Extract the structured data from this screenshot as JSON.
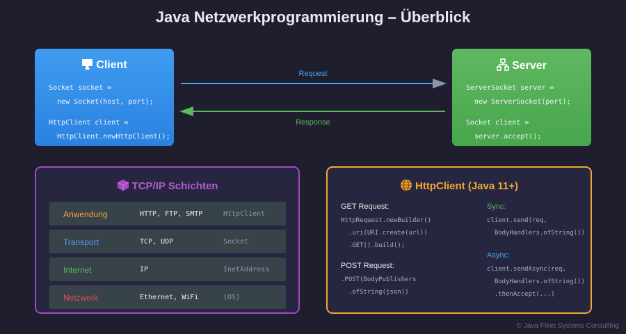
{
  "title": "Java Netzwerkprogrammierung – Überblick",
  "client": {
    "title": "Client",
    "icon": "monitor-icon",
    "lines": [
      "Socket socket =",
      "  new Socket(host, port);",
      "HttpClient client =",
      "  HttpClient.newHttpClient();"
    ]
  },
  "server": {
    "title": "Server",
    "icon": "network-icon",
    "lines": [
      "ServerSocket server =",
      "  new ServerSocket(port);",
      "Socket client =",
      "  server.accept();"
    ]
  },
  "arrows": {
    "request": "Request",
    "response": "Response"
  },
  "tcp": {
    "title": "TCP/IP Schichten",
    "icon": "layers-icon",
    "layers": [
      {
        "name": "Anwendung",
        "protocols": "HTTP, FTP, SMTP",
        "java_class": "HttpClient"
      },
      {
        "name": "Transport",
        "protocols": "TCP, UDP",
        "java_class": "Socket"
      },
      {
        "name": "Internet",
        "protocols": "IP",
        "java_class": "InetAddress"
      },
      {
        "name": "Netzwerk",
        "protocols": "Ethernet, WiFi",
        "java_class": "(OS)"
      }
    ]
  },
  "http": {
    "title": "HttpClient (Java 11+)",
    "icon": "globe-icon",
    "get_label": "GET Request:",
    "get_lines": [
      "HttpRequest.newBuilder()",
      "  .uri(URI.create(url))",
      "  .GET().build();"
    ],
    "post_label": "POST Request:",
    "post_lines": [
      ".POST(BodyPublishers",
      "  .ofString(json))"
    ],
    "sync_label": "Sync:",
    "sync_lines": [
      "client.send(req,",
      "  BodyHandlers.ofString())"
    ],
    "async_label": "Async:",
    "async_lines": [
      "client.sendAsync(req,",
      "  BodyHandlers.ofString())",
      "  .thenAccept(...)"
    ]
  },
  "colors": {
    "anwendung": "#f0a832",
    "transport": "#4aa3f0",
    "internet": "#5cb85c",
    "netzwerk": "#e05252",
    "request_arrow": "#4aa3f0",
    "response_arrow": "#5cb85c"
  },
  "footer": "© Java Fleet Systems Consulting"
}
